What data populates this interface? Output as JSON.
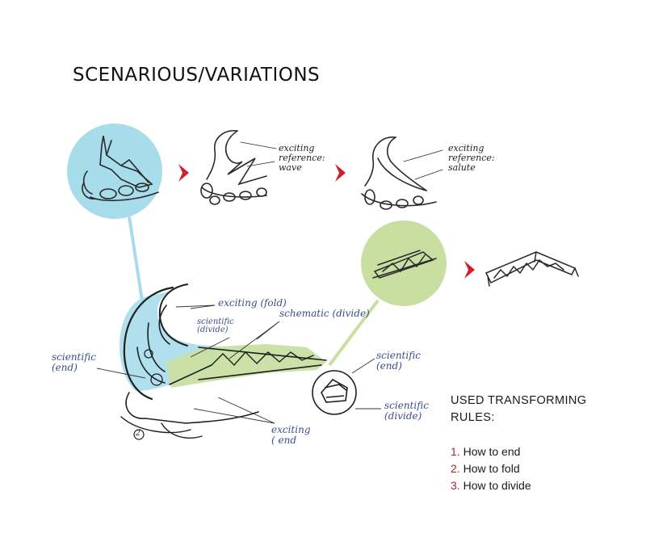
{
  "title": "SCENARIOUS/VARIATIONS",
  "colors": {
    "blue_highlight": "#a7dceb",
    "green_highlight": "#c9dfa2",
    "arrow_red": "#d11f2d",
    "rule_number": "#b5202e"
  },
  "sketch_notes": {
    "wave_note": "exciting\nreference:\nwave",
    "salute_note": "exciting\nreference:\nsalute",
    "fold_note": "exciting (fold)",
    "scientific_divide_note": "scientific\n(divide)",
    "schematic_note": "schematic (divide)",
    "scientific_end_left": "scientific\n(end)",
    "scientific_end_right": "scientific\n(end)",
    "scientific_divide_right": "scientific\n(divide)",
    "exciting_end_note": "exciting\n( end",
    "marker_label": "2"
  },
  "rules": {
    "heading": "USED TRANSFORMING RULES:",
    "items": [
      {
        "num": "1.",
        "text": "How to end"
      },
      {
        "num": "2.",
        "text": "How to fold"
      },
      {
        "num": "3.",
        "text": "How to divide"
      }
    ]
  }
}
